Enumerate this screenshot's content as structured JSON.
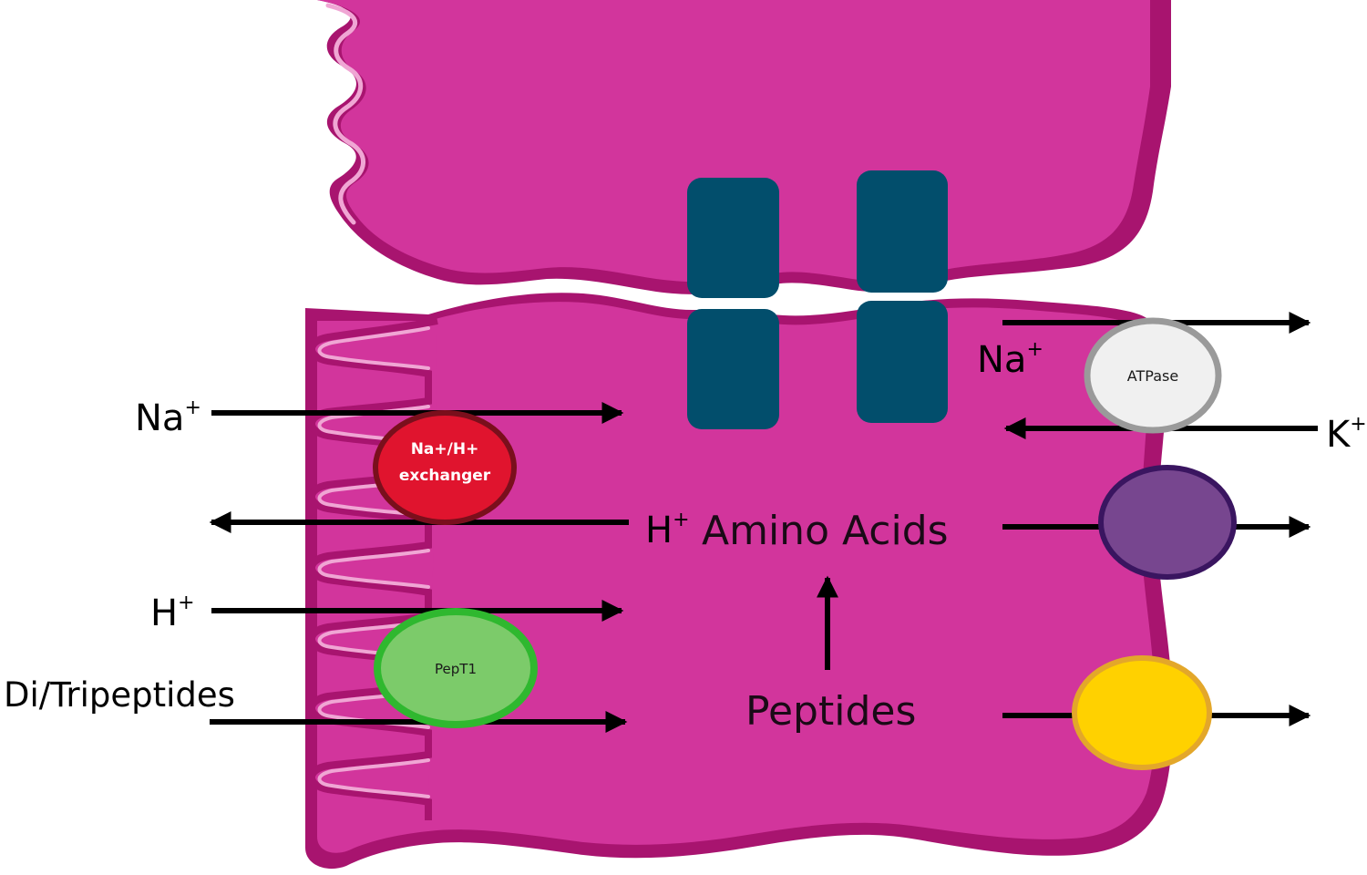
{
  "labels": {
    "na_left": "Na",
    "na_left_sup": "+",
    "h_left": "H",
    "h_left_sup": "+",
    "di_tripeptides": "Di/Tripeptides",
    "h_center": "H",
    "h_center_sup": "+",
    "amino_acids": "Amino Acids",
    "peptides": "Peptides",
    "na_right": "Na",
    "na_right_sup": "+",
    "k_right": "K",
    "k_right_sup": "+"
  },
  "transporters": {
    "exchanger_line1": "Na+/H+",
    "exchanger_line2": "exchanger",
    "pept1": "PepT1",
    "atpase": "ATPase"
  },
  "colors": {
    "cell_fill": "#d2359c",
    "cell_edge": "#a8146f",
    "membrane_highlight": "#f0a6d4",
    "junction": "#024e6c",
    "exchanger": "#e0142e",
    "exchanger_edge": "#7a0f1c",
    "pept1": "#7ccb6a",
    "pept1_edge": "#2fb82f",
    "atpase": "#f0f0f0",
    "atpase_edge": "#9a9a9a",
    "aa_transporter": "#77468f",
    "aa_transporter_edge": "#3a1560",
    "pep_transporter": "#ffd100",
    "pep_transporter_edge": "#e3a72a",
    "arrow": "#000000"
  }
}
